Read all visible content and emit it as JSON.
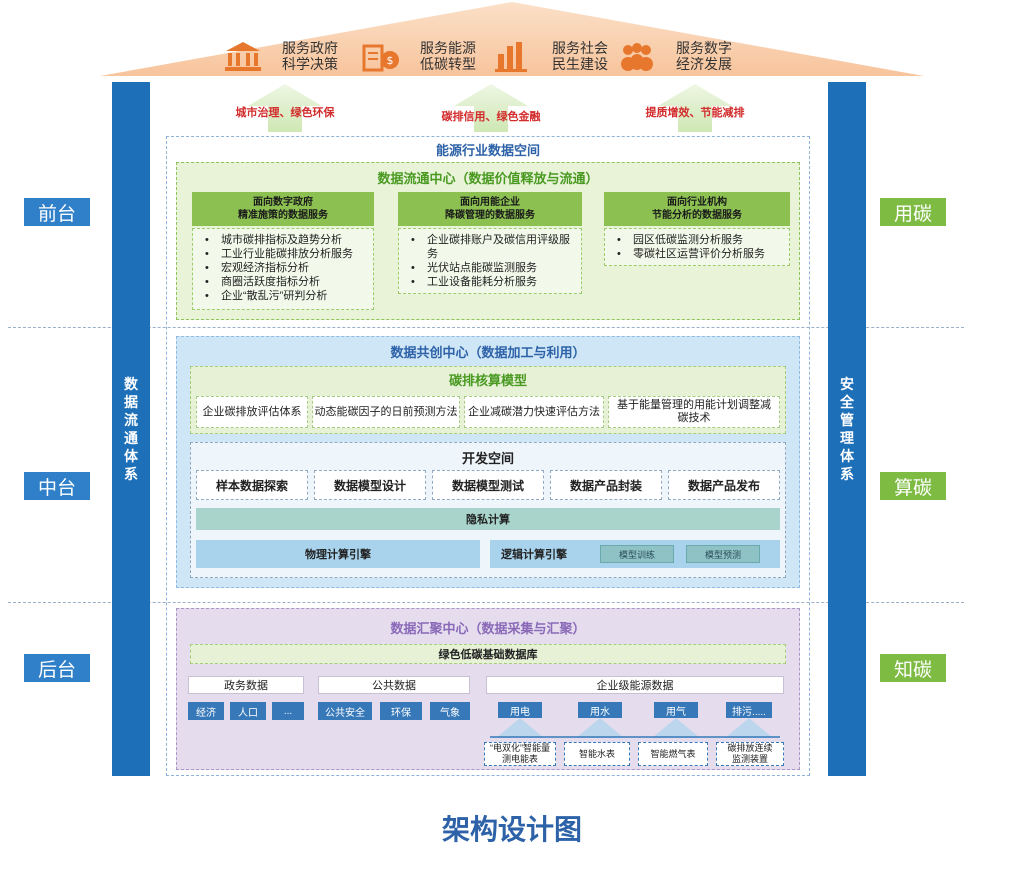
{
  "roof": {
    "items": [
      {
        "icon": "government-building-icon",
        "text_line1": "服务政府",
        "text_line2": "科学决策"
      },
      {
        "icon": "money-document-icon",
        "text_line1": "服务能源",
        "text_line2": "低碳转型"
      },
      {
        "icon": "bar-building-icon",
        "text_line1": "服务社会",
        "text_line2": "民生建设"
      },
      {
        "icon": "people-group-icon",
        "text_line1": "服务数字",
        "text_line2": "经济发展"
      }
    ]
  },
  "arrows": [
    "城市治理、绿色环保",
    "碳排信用、绿色金融",
    "提质增效、节能减排"
  ],
  "left_bar": "数据流通体系",
  "right_bar": "安全管理体系",
  "layer_left": [
    "前台",
    "中台",
    "后台"
  ],
  "layer_right": [
    "用碳",
    "算碳",
    "知碳"
  ],
  "outer_title": "能源行业数据空间",
  "front": {
    "title": "数据流通中心（数据价值释放与流通）",
    "columns": [
      {
        "header_line1": "面向数字政府",
        "header_line2": "精准施策的数据服务",
        "items": [
          "城市碳排指标及趋势分析",
          "工业行业能碳排放分析服务",
          "宏观经济指标分析",
          "商圈活跃度指标分析",
          "企业“散乱污”研判分析"
        ]
      },
      {
        "header_line1": "面向用能企业",
        "header_line2": "降碳管理的数据服务",
        "items": [
          "企业碳排账户及碳信用评级服务",
          "光伏站点能碳监测服务",
          "工业设备能耗分析服务"
        ]
      },
      {
        "header_line1": "面向行业机构",
        "header_line2": "节能分析的数据服务",
        "items": [
          "园区低碳监测分析服务",
          "零碳社区运营评价分析服务"
        ]
      }
    ]
  },
  "middle": {
    "title": "数据共创中心（数据加工与利用）",
    "model_title": "碳排核算模型",
    "models": [
      "企业碳排放评估体系",
      "动态能碳因子的日前预测方法",
      "企业减碳潜力快速评估方法",
      "基于能量管理的用能计划调整减碳技术"
    ],
    "dev_title": "开发空间",
    "dev_items": [
      "样本数据探索",
      "数据模型设计",
      "数据模型测试",
      "数据产品封装",
      "数据产品发布"
    ],
    "privacy": "隐私计算",
    "engine_physical": "物理计算引擎",
    "engine_logical": "逻辑计算引擎",
    "mini": [
      "模型训练",
      "模型预测"
    ]
  },
  "back": {
    "title": "数据汇聚中心（数据采集与汇聚）",
    "db": "绿色低碳基础数据库",
    "gov": {
      "label": "政务数据",
      "chips": [
        "经济",
        "人口",
        "..."
      ]
    },
    "pub": {
      "label": "公共数据",
      "chips": [
        "公共安全",
        "环保",
        "气象"
      ]
    },
    "ent": {
      "label": "企业级能源数据",
      "chips": [
        "用电",
        "用水",
        "用气",
        "排污....."
      ],
      "devices": [
        [
          "“电双化”智能量",
          "测电能表"
        ],
        [
          "智能水表"
        ],
        [
          "智能燃气表"
        ],
        [
          "碳排放连续",
          "监测装置"
        ]
      ]
    }
  },
  "caption": "架构设计图"
}
